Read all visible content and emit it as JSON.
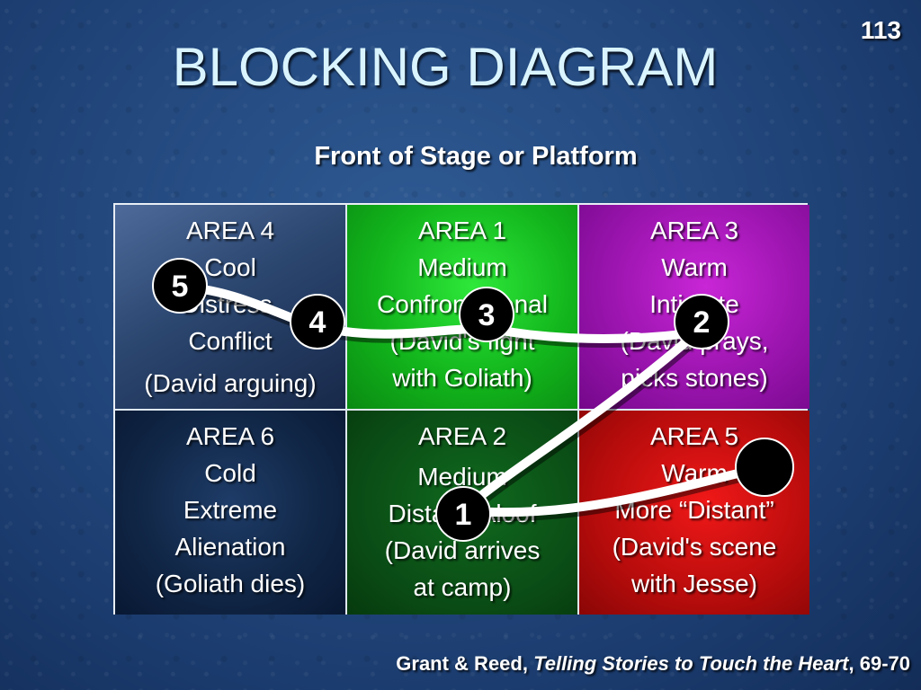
{
  "slide_number": "113",
  "title": "BLOCKING DIAGRAM",
  "subtitle": "Front of Stage or Platform",
  "areas": {
    "area4": {
      "name": "AREA 4",
      "temp": "Cool",
      "mood": "Distress,",
      "mood2": "Conflict",
      "note": "(David arguing)"
    },
    "area1": {
      "name": "AREA 1",
      "temp": "Medium",
      "mood": "Confrontational",
      "note1": "(David's fight",
      "note2": "with Goliath)"
    },
    "area3": {
      "name": "AREA 3",
      "temp": "Warm",
      "mood": "Intimate",
      "note1": "(David prays,",
      "note2": "picks stones)"
    },
    "area6": {
      "name": "AREA 6",
      "temp": "Cold",
      "mood": "Extreme",
      "mood2": "Alienation",
      "note": "(Goliath dies)"
    },
    "area2": {
      "name": "AREA 2",
      "temp": "Medium",
      "mood": "Distant, Aloof",
      "note1": "(David arrives",
      "note2": "at camp)"
    },
    "area5": {
      "name": "AREA 5",
      "temp": "Warm",
      "mood": "More “Distant”",
      "note1": "(David's scene",
      "note2": "with Jesse)"
    }
  },
  "markers": [
    {
      "label": "1",
      "area": "AREA 2"
    },
    {
      "label": "2",
      "area": "AREA 3"
    },
    {
      "label": "3",
      "area": "AREA 1"
    },
    {
      "label": "4",
      "area": "AREA 4"
    },
    {
      "label": "5",
      "area": "AREA 4"
    },
    {
      "label": "",
      "area": "AREA 5"
    }
  ],
  "citation": {
    "authors": "Grant & Reed,",
    "book": "Telling Stories to Touch the Heart",
    "pages": ", 69-70"
  },
  "colors": {
    "area4": "#2b466f",
    "area1": "#12b51c",
    "area3": "#9a14ae",
    "area6": "#102544",
    "area2": "#0b4e16",
    "area5": "#b80c0c",
    "path": "#ffffff",
    "marker": "#000000"
  }
}
